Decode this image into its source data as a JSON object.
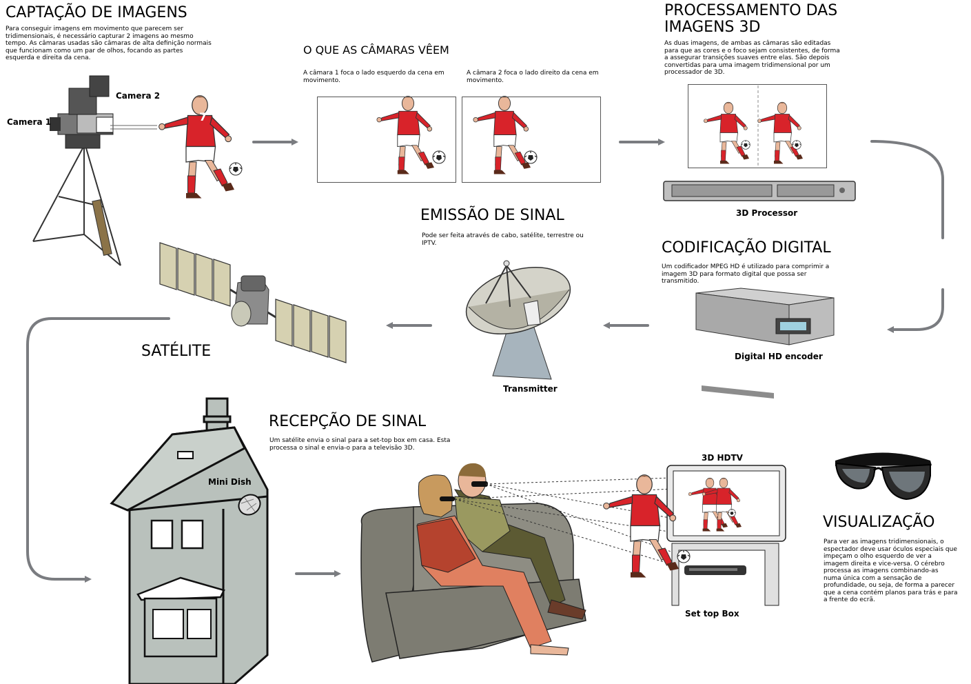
{
  "captacao": {
    "title": "CAPTAÇÃO DE IMAGENS",
    "body": "Para conseguir imagens em movimento que parecem ser tridimensionais, é necessário capturar 2 imagens ao mesmo tempo. As câmaras usadas são câmaras de alta definição normais que funcionam como um par de olhos, focando as partes esquerda e direita da cena.",
    "camera1": "Camera 1",
    "camera2": "Camera 2"
  },
  "cameras_see": {
    "title": "O QUE AS CÂMARAS VÊEM",
    "cam1_text": "A câmara 1 foca o lado esquerdo da cena em movimento.",
    "cam2_text": "A câmara 2 foca o lado direito da cena em movimento."
  },
  "processamento": {
    "title_line1": "PROCESSAMENTO DAS",
    "title_line2": "IMAGENS 3D",
    "body": "As duas imagens, de ambas as câmaras são editadas para que as cores e o foco sejam consistentes, de forma a assegurar transições suaves entre elas. São depois convertidas para uma imagem tridimensional por um processador de 3D.",
    "device_label": "3D Processor"
  },
  "emissao": {
    "title": "EMISSÃO DE SINAL",
    "body": "Pode ser feita através de cabo, satélite, terrestre ou IPTV.",
    "device_label": "Transmitter"
  },
  "codificacao": {
    "title": "CODIFICAÇÃO DIGITAL",
    "body": "Um codificador MPEG HD é utilizado para comprimir a imagem 3D para formato digital que possa ser transmitido.",
    "device_label": "Digital HD encoder"
  },
  "satelite": {
    "title": "SATÉLITE"
  },
  "recepcao": {
    "title": "RECEPÇÃO DE SINAL",
    "body": "Um satélite envia o sinal para a set-top box em casa. Esta processa o sinal e envia-o para a televisão 3D.",
    "dish_label": "Mini Dish",
    "tv_label": "3D HDTV",
    "stb_label": "Set top Box"
  },
  "visualizacao": {
    "title": "VISUALIZAÇÃO",
    "body": "Para ver as imagens tridimensionais, o espectador deve usar óculos especiais que impeçam o olho esquerdo de ver a imagem direita e vice-versa. O cérebro processa as imagens combinando-as numa única com a sensação de profundidade, ou seja, de forma a parecer que a cena contém planos para trás e para a frente do ecrã."
  },
  "player_number": "7",
  "colors": {
    "arrow": "#7a7c80",
    "red": "#d8232a",
    "house": "#b9c1bc",
    "sofa": "#7d7c72"
  }
}
